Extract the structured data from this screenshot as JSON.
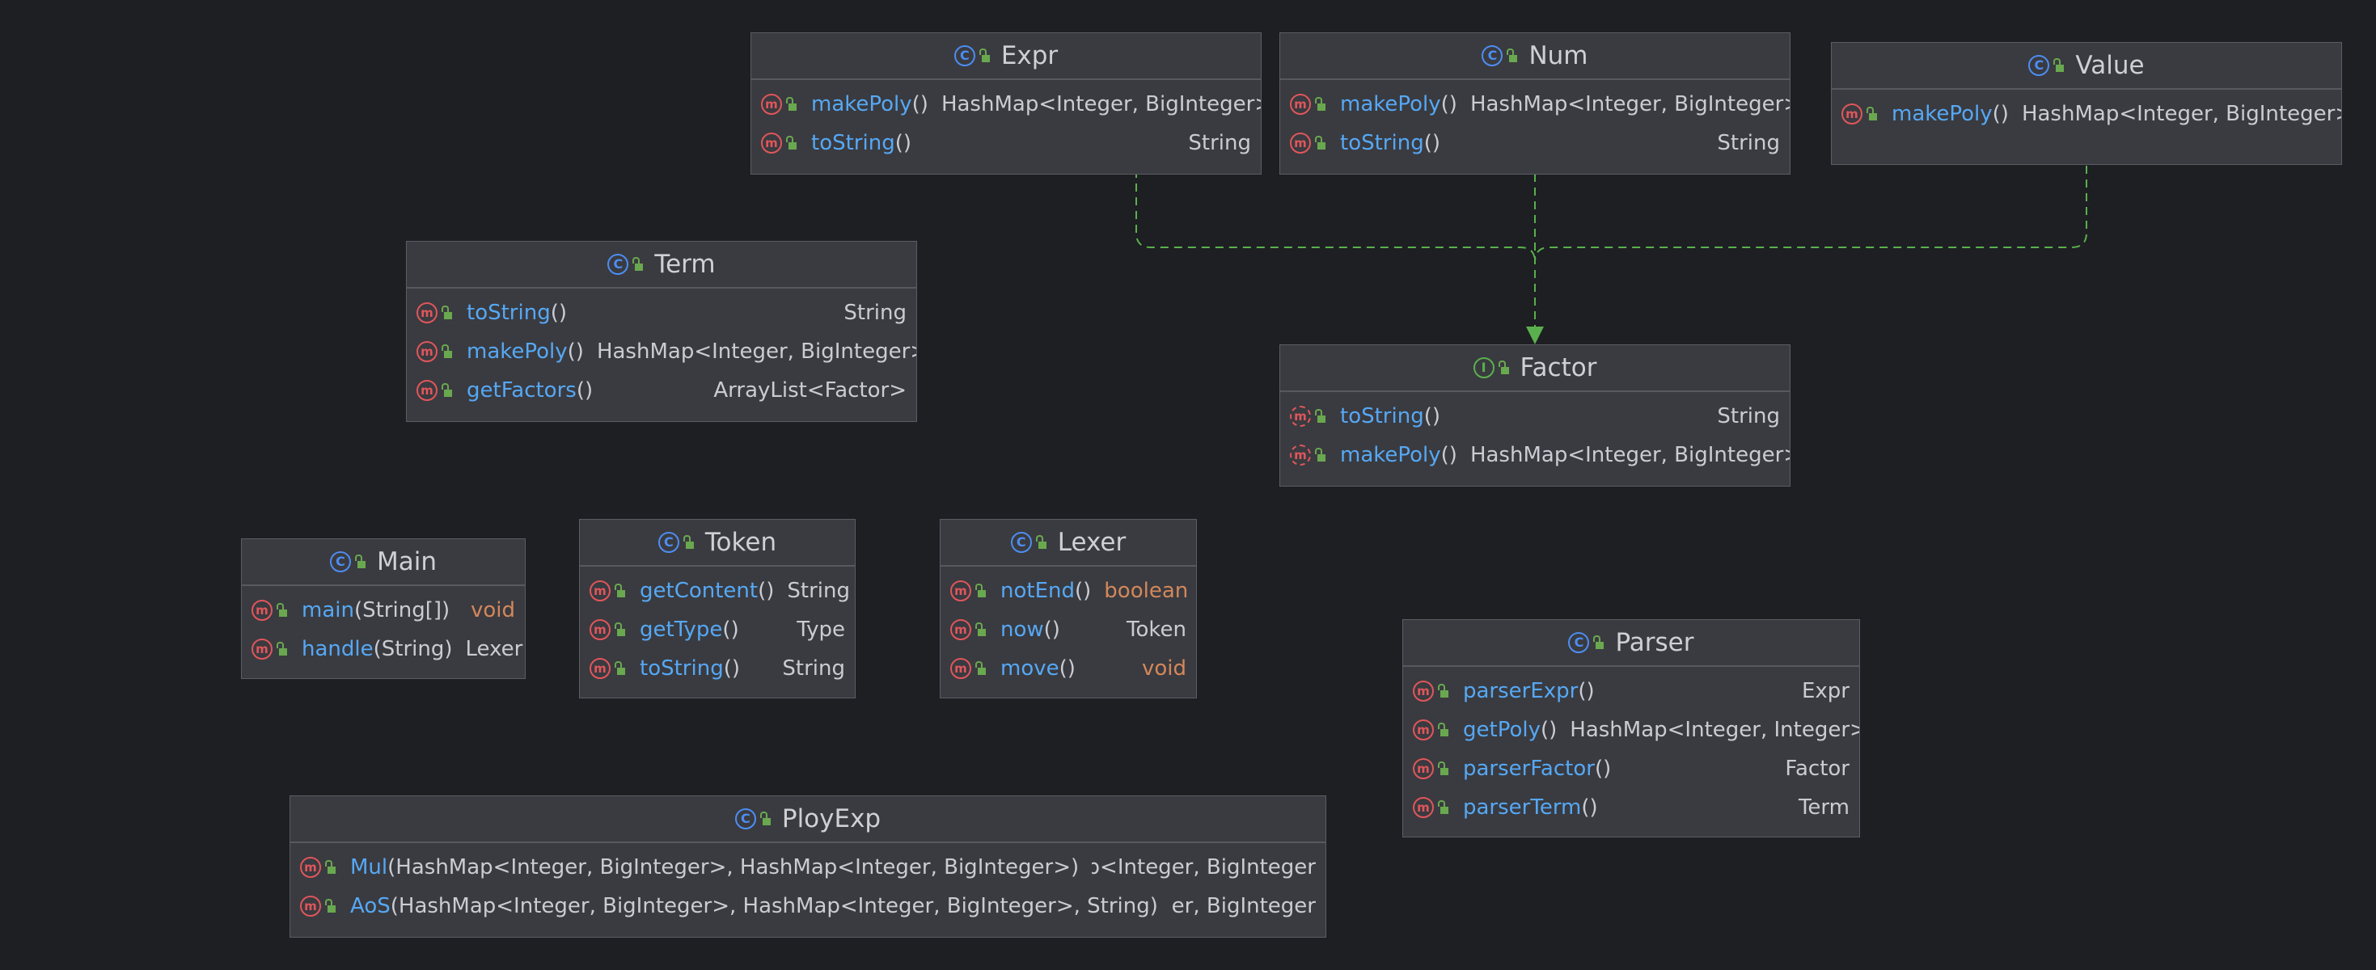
{
  "colors": {
    "background": "#1e1f22",
    "box": "#393b40",
    "method_name": "#56a8f5",
    "primitive_type": "#d4875a",
    "edge": "#5ab04d",
    "class_icon": "#4d8df2",
    "method_icon": "#e0565a"
  },
  "icons": {
    "class": "C",
    "interface": "I",
    "method": "m"
  },
  "classes": [
    {
      "id": "expr",
      "kind": "class",
      "name": "Expr",
      "methods": [
        {
          "name": "makePoly",
          "params": "()",
          "returns": "HashMap<Integer, BigInteger>"
        },
        {
          "name": "toString",
          "params": "()",
          "returns": "String"
        }
      ]
    },
    {
      "id": "num",
      "kind": "class",
      "name": "Num",
      "methods": [
        {
          "name": "makePoly",
          "params": "()",
          "returns": "HashMap<Integer, BigInteger>"
        },
        {
          "name": "toString",
          "params": "()",
          "returns": "String"
        }
      ]
    },
    {
      "id": "value",
      "kind": "class",
      "name": "Value",
      "methods": [
        {
          "name": "makePoly",
          "params": "()",
          "returns": "HashMap<Integer, BigInteger>"
        }
      ]
    },
    {
      "id": "term",
      "kind": "class",
      "name": "Term",
      "methods": [
        {
          "name": "toString",
          "params": "()",
          "returns": "String"
        },
        {
          "name": "makePoly",
          "params": "()",
          "returns": "HashMap<Integer, BigInteger>"
        },
        {
          "name": "getFactors",
          "params": "()",
          "returns": "ArrayList<Factor>"
        }
      ]
    },
    {
      "id": "factor",
      "kind": "interface",
      "name": "Factor",
      "methods": [
        {
          "name": "toString",
          "params": "()",
          "returns": "String",
          "abstract": true
        },
        {
          "name": "makePoly",
          "params": "()",
          "returns": "HashMap<Integer, BigInteger>",
          "abstract": true
        }
      ]
    },
    {
      "id": "main",
      "kind": "class",
      "name": "Main",
      "methods": [
        {
          "name": "main",
          "params": "(String[])",
          "returns": "void",
          "primitive": true
        },
        {
          "name": "handle",
          "params": "(String)",
          "returns": "Lexer"
        }
      ]
    },
    {
      "id": "token",
      "kind": "class",
      "name": "Token",
      "methods": [
        {
          "name": "getContent",
          "params": "()",
          "returns": "String"
        },
        {
          "name": "getType",
          "params": "()",
          "returns": "Type"
        },
        {
          "name": "toString",
          "params": "()",
          "returns": "String"
        }
      ]
    },
    {
      "id": "lexer",
      "kind": "class",
      "name": "Lexer",
      "methods": [
        {
          "name": "notEnd",
          "params": "()",
          "returns": "boolean",
          "primitive": true
        },
        {
          "name": "now",
          "params": "()",
          "returns": "Token"
        },
        {
          "name": "move",
          "params": "()",
          "returns": "void",
          "primitive": true
        }
      ]
    },
    {
      "id": "parser",
      "kind": "class",
      "name": "Parser",
      "methods": [
        {
          "name": "parserExpr",
          "params": "()",
          "returns": "Expr"
        },
        {
          "name": "getPoly",
          "params": "()",
          "returns": "HashMap<Integer, Integer>"
        },
        {
          "name": "parserFactor",
          "params": "()",
          "returns": "Factor"
        },
        {
          "name": "parserTerm",
          "params": "()",
          "returns": "Term"
        }
      ]
    },
    {
      "id": "ployexp",
      "kind": "class",
      "name": "PloyExp",
      "methods": [
        {
          "name": "Mul",
          "params": "(HashMap<Integer, BigInteger>, HashMap<Integer, BigInteger>)",
          "returns": "ıMap<Integer, BigInteger>",
          "clipped": true
        },
        {
          "name": "AoS",
          "params": "(HashMap<Integer, BigInteger>, HashMap<Integer, BigInteger>, String)",
          "returns": "ıteger, BigInteger>",
          "clipped": true
        }
      ]
    }
  ],
  "edges": [
    {
      "from": "expr",
      "to": "factor",
      "type": "implements"
    },
    {
      "from": "num",
      "to": "factor",
      "type": "implements"
    },
    {
      "from": "value",
      "to": "factor",
      "type": "implements"
    }
  ]
}
